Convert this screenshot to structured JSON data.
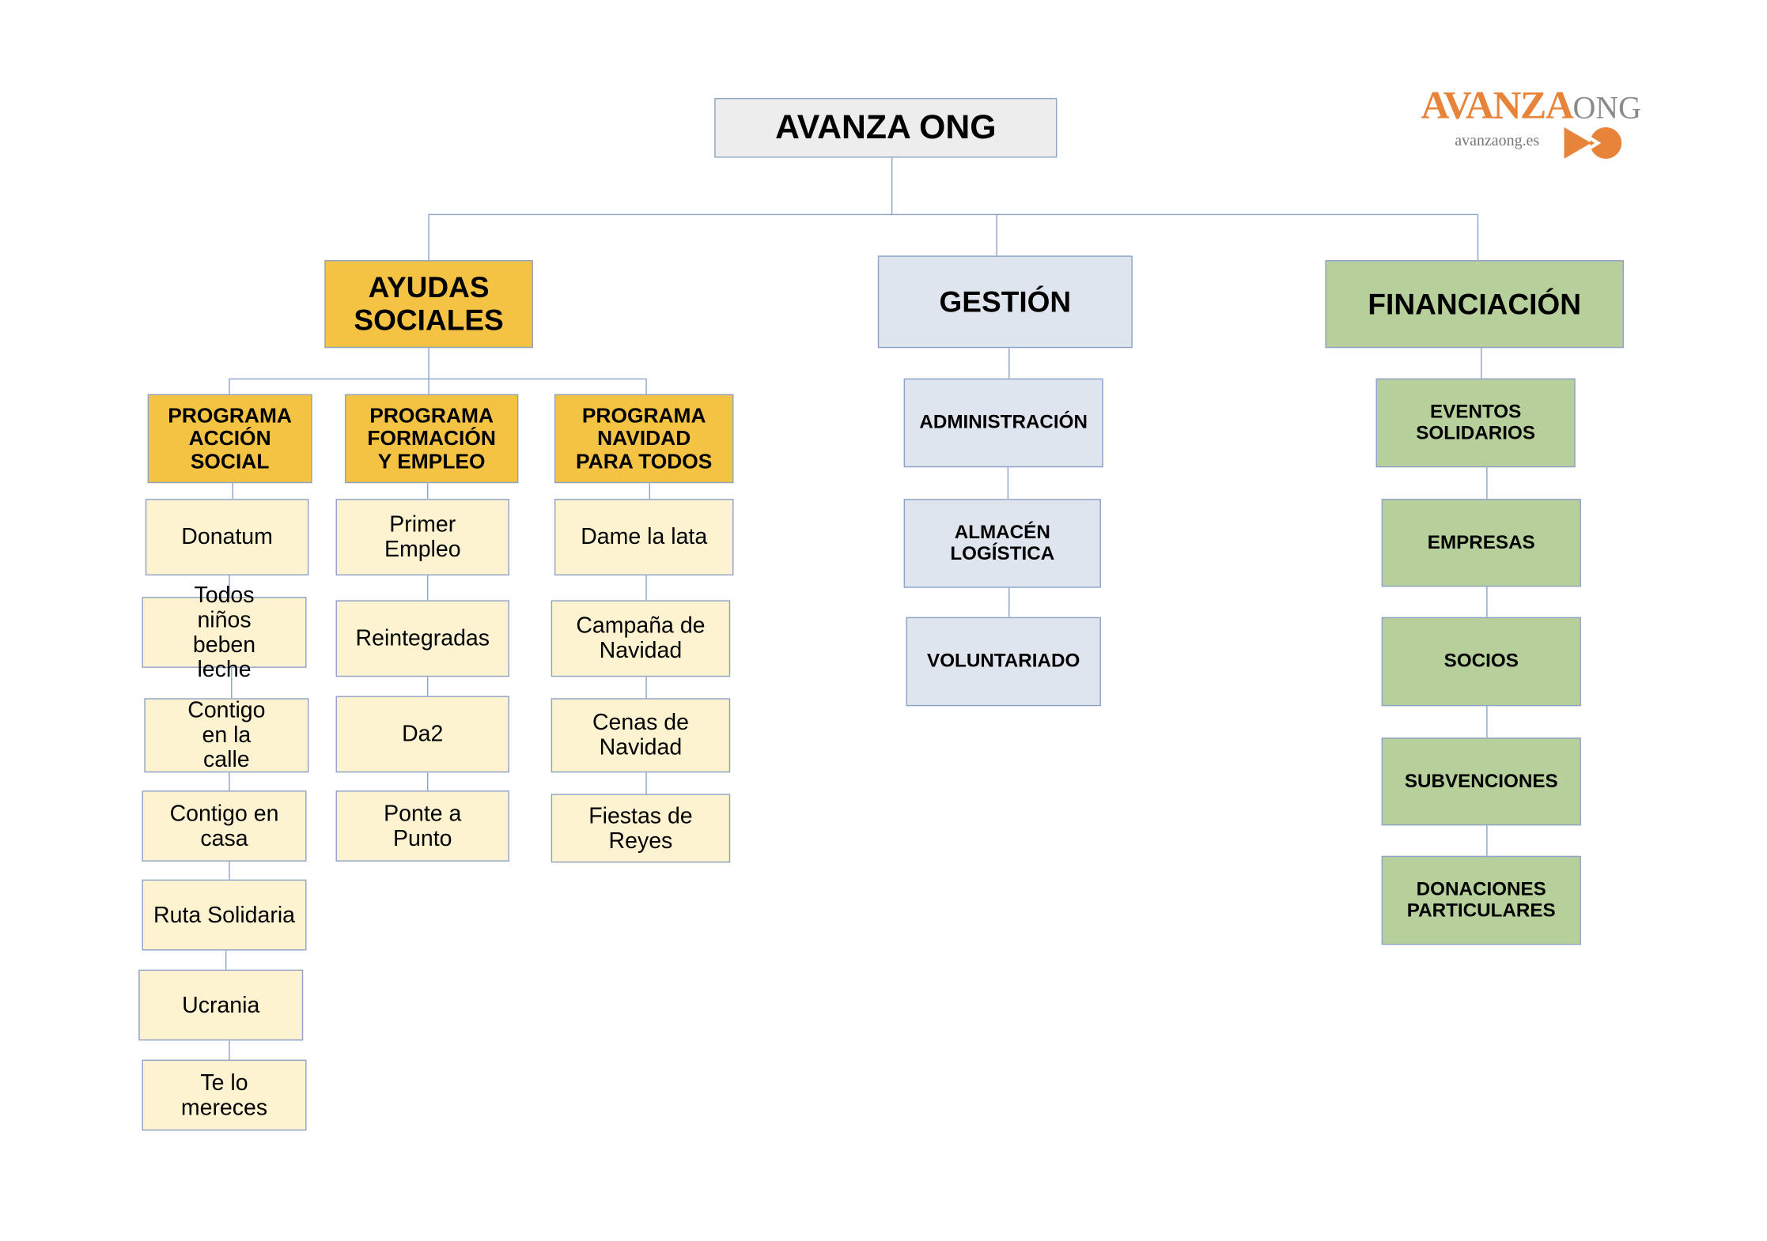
{
  "root": "AVANZA ONG",
  "logo": {
    "brand": "AVANZA",
    "suffix": "ONG",
    "url": "avanzaong.es"
  },
  "ayudas": {
    "title": "AYUDAS SOCIALES",
    "programs": [
      {
        "title": "PROGRAMA ACCIÓN SOCIAL",
        "items": [
          "Donatum",
          "Todos niños beben leche",
          "Contigo en la calle",
          "Contigo en casa",
          "Ruta Solidaria",
          "Ucrania",
          "Te lo mereces"
        ]
      },
      {
        "title": "PROGRAMA FORMACIÓN Y EMPLEO",
        "items": [
          "Primer Empleo",
          "Reintegradas",
          "Da2",
          "Ponte a Punto"
        ]
      },
      {
        "title": "PROGRAMA NAVIDAD PARA TODOS",
        "items": [
          "Dame la lata",
          "Campaña de Navidad",
          "Cenas de Navidad",
          "Fiestas de Reyes"
        ]
      }
    ]
  },
  "gestion": {
    "title": "GESTIÓN",
    "items": [
      "ADMINISTRACIÓN",
      "ALMACÉN LOGÍSTICA",
      "VOLUNTARIADO"
    ]
  },
  "financiacion": {
    "title": "FINANCIACIÓN",
    "items": [
      "EVENTOS SOLIDARIOS",
      "EMPRESAS",
      "SOCIOS",
      "SUBVENCIONES",
      "DONACIONES PARTICULARES"
    ]
  },
  "colors": {
    "root": "#ededed",
    "ayudas": "#f4c343",
    "ayudas_item": "#fdf3d0",
    "gestion": "#dfe5ee",
    "financiacion": "#b7d09b",
    "line": "#8fa3c8",
    "logo": "#e8843a"
  }
}
